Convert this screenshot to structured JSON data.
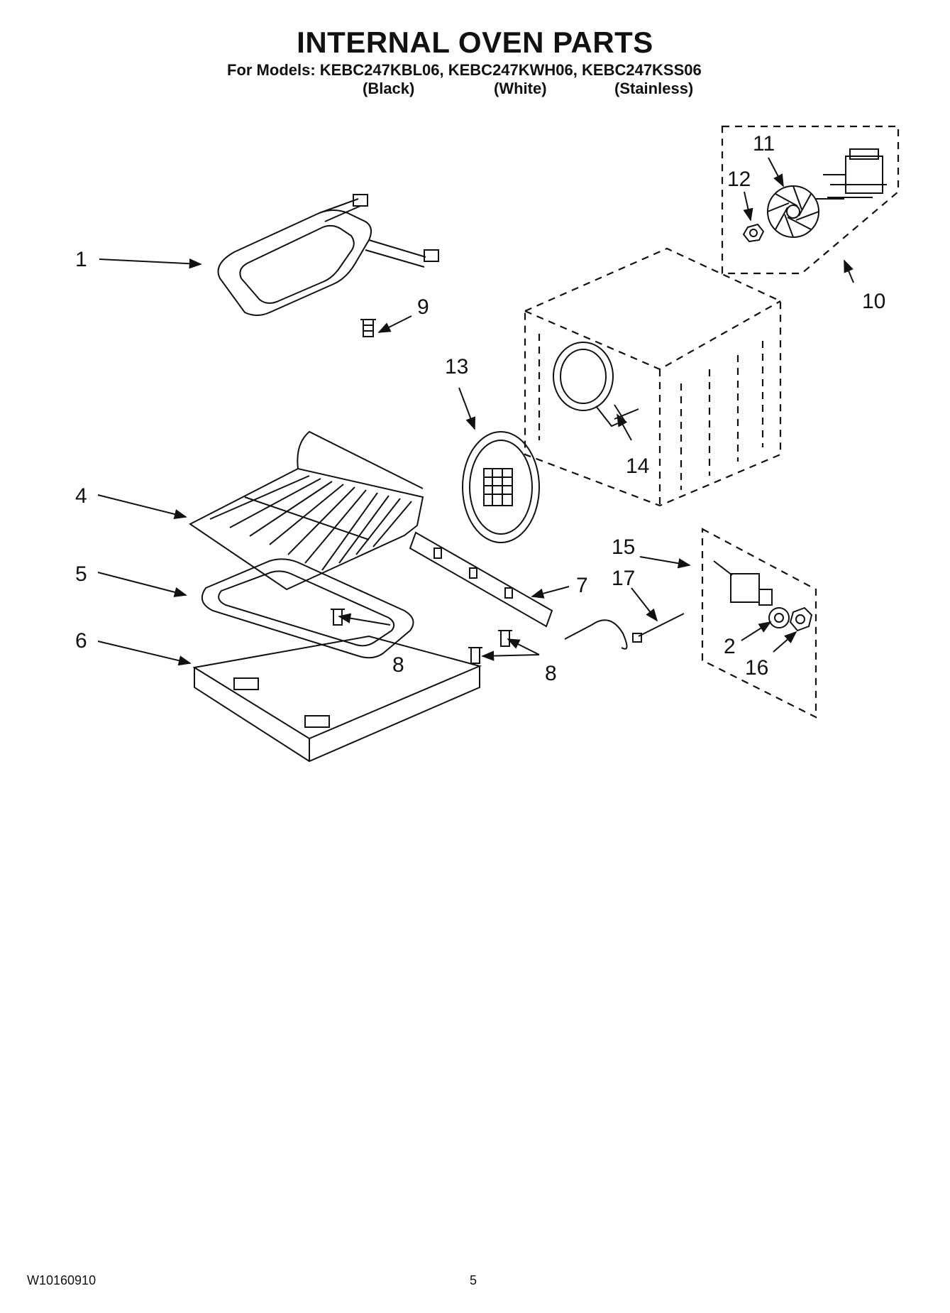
{
  "header": {
    "title": "INTERNAL OVEN PARTS",
    "models_line": "For Models: KEBC247KBL06, KEBC247KWH06, KEBC247KSS06",
    "variants": [
      "(Black)",
      "(White)",
      "(Stainless)"
    ]
  },
  "callouts": {
    "c1": "1",
    "c2": "2",
    "c4": "4",
    "c5": "5",
    "c6": "6",
    "c7": "7",
    "c8a": "8",
    "c8b": "8",
    "c9": "9",
    "c10": "10",
    "c11": "11",
    "c12": "12",
    "c13": "13",
    "c14": "14",
    "c15": "15",
    "c16": "16",
    "c17": "17"
  },
  "footer": {
    "doc_number": "W10160910",
    "page_number": "5"
  }
}
